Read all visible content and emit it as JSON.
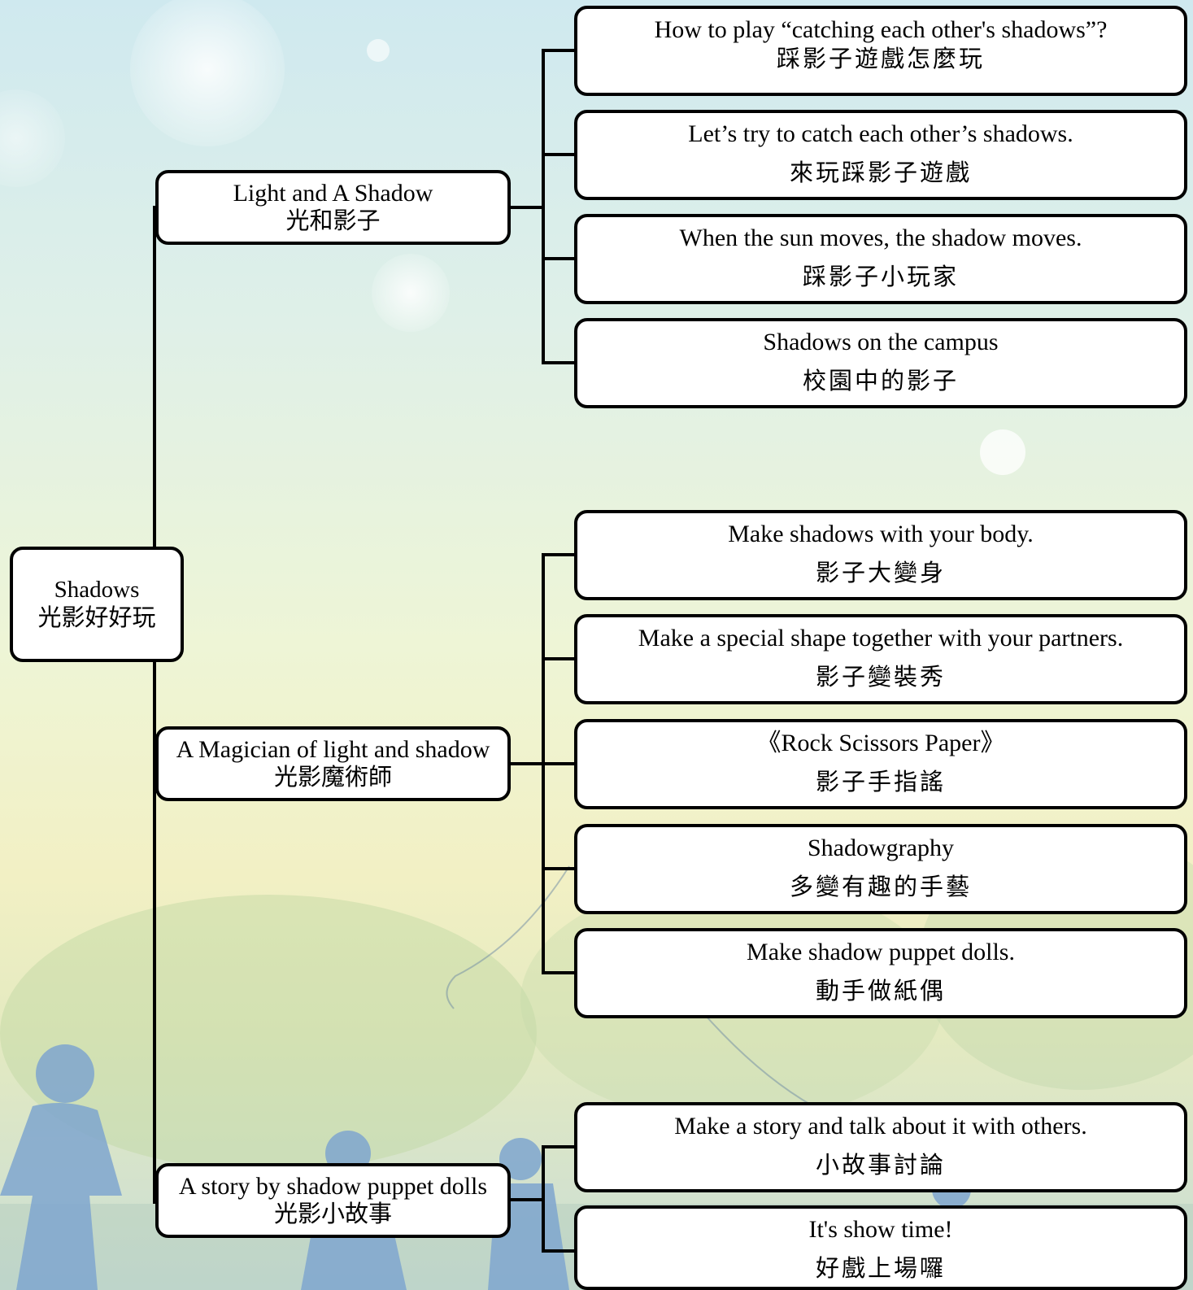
{
  "root": {
    "en": "Shadows",
    "zh": "光影好好玩"
  },
  "branches": [
    {
      "en": "Light and A Shadow",
      "zh": "光和影子",
      "leaves": [
        {
          "en": "How to play “catching each other's shadows”?",
          "zh": "踩影子遊戲怎麼玩"
        },
        {
          "en": "Let’s try to catch each other’s shadows.",
          "zh": "來玩踩影子遊戲"
        },
        {
          "en": "When the sun moves, the shadow moves.",
          "zh": "踩影子小玩家"
        },
        {
          "en": "Shadows on the campus",
          "zh": "校園中的影子"
        }
      ]
    },
    {
      "en": "A Magician of light and shadow",
      "zh": "光影魔術師",
      "leaves": [
        {
          "en": "Make shadows with your body.",
          "zh": "影子大變身"
        },
        {
          "en": "Make a special shape together with your partners.",
          "zh": "影子變裝秀"
        },
        {
          "en": "《Rock Scissors Paper》",
          "zh": "影子手指謠"
        },
        {
          "en": "Shadowgraphy",
          "zh": "多變有趣的手藝"
        },
        {
          "en": "Make shadow puppet dolls.",
          "zh": "動手做紙偶"
        }
      ]
    },
    {
      "en": "A story by shadow puppet dolls",
      "zh": "光影小故事",
      "leaves": [
        {
          "en": "Make a story and talk about it with others.",
          "zh": "小故事討論"
        },
        {
          "en": "It's show time!",
          "zh": "好戲上場囉"
        }
      ]
    }
  ]
}
